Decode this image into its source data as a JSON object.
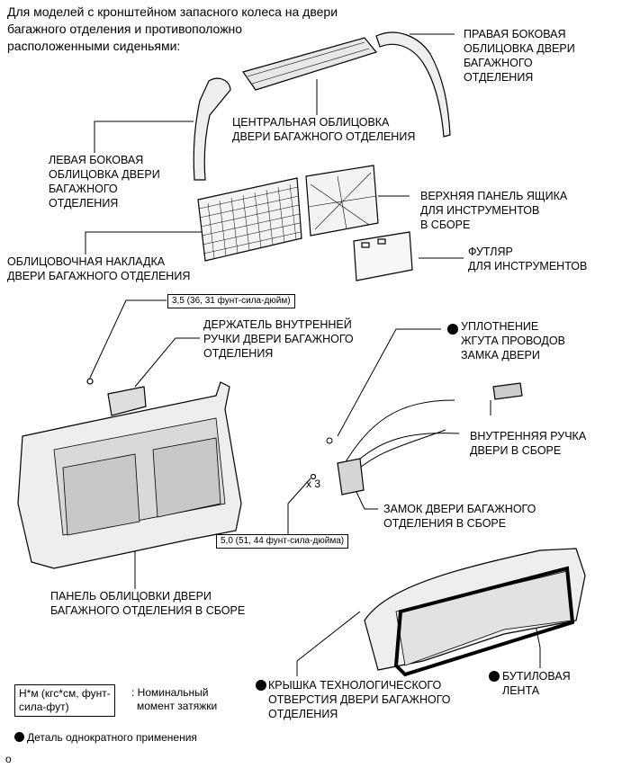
{
  "header": {
    "lines": [
      "Для моделей с кронштейном запасного колеса на двери",
      "багажного отделения и противоположно",
      "расположенными сиденьями:"
    ]
  },
  "parts": {
    "right_side_trim": [
      "ПРАВАЯ БОКОВАЯ",
      "ОБЛИЦОВКА ДВЕРИ",
      "БАГАЖНОГО",
      "ОТДЕЛЕНИЯ"
    ],
    "center_trim": [
      "ЦЕНТРАЛЬНАЯ ОБЛИЦОВКА",
      "ДВЕРИ БАГАЖНОГО ОТДЕЛЕНИЯ"
    ],
    "left_side_trim": [
      "ЛЕВАЯ БОКОВАЯ",
      "ОБЛИЦОВКА ДВЕРИ",
      "БАГАЖНОГО",
      "ОТДЕЛЕНИЯ"
    ],
    "tool_box_upper_panel": [
      "ВЕРХНЯЯ ПАНЕЛЬ ЯЩИКА",
      "ДЛЯ ИНСТРУМЕНТОВ",
      "В СБОРЕ"
    ],
    "tool_case": [
      "ФУТЛЯР",
      "ДЛЯ ИНСТРУМЕНТОВ"
    ],
    "door_cover_trim": [
      "ОБЛИЦОВОЧНАЯ НАКЛАДКА",
      "ДВЕРИ БАГАЖНОГО ОТДЕЛЕНИЯ"
    ],
    "inner_handle_bezel": [
      "ДЕРЖАТЕЛЬ ВНУТРЕННЕЙ",
      "РУЧКИ ДВЕРИ БАГАЖНОГО",
      "ОТДЕЛЕНИЯ"
    ],
    "wire_harness_seal": [
      "УПЛОТНЕНИЕ",
      "ЖГУТА ПРОВОДОВ",
      "ЗАМКА ДВЕРИ"
    ],
    "inside_handle": [
      "ВНУТРЕННЯЯ РУЧКА",
      "ДВЕРИ В СБОРЕ"
    ],
    "door_lock": [
      "ЗАМОК ДВЕРИ БАГАЖНОГО",
      "ОТДЕЛЕНИЯ В СБОРЕ"
    ],
    "door_trim_board": [
      "ПАНЕЛЬ ОБЛИЦОВКИ ДВЕРИ",
      "БАГАЖНОГО ОТДЕЛЕНИЯ В СБОРЕ"
    ],
    "service_hole_cover": [
      "КРЫШКА ТЕХНОЛОГИЧЕСКОГО",
      "ОТВЕРСТИЯ ДВЕРИ БАГАЖНОГО",
      "ОТДЕЛЕНИЯ"
    ],
    "butyl_tape": [
      "БУТИЛОВАЯ",
      "ЛЕНТА"
    ]
  },
  "torques": {
    "torque_1": "3,5 (36, 31 фунт-сила-дюйм)",
    "torque_2": "5,0 (51, 44 фунт-сила-дюйма)"
  },
  "quantity": "x 3",
  "legend": {
    "unit_box": [
      "Н*м (кгс*см, фунт-",
      "сила-фут)"
    ],
    "unit_desc": [
      ": Номинальный",
      "момент затяжки"
    ],
    "non_reusable": "Деталь однократного применения"
  },
  "footer_code": "о"
}
